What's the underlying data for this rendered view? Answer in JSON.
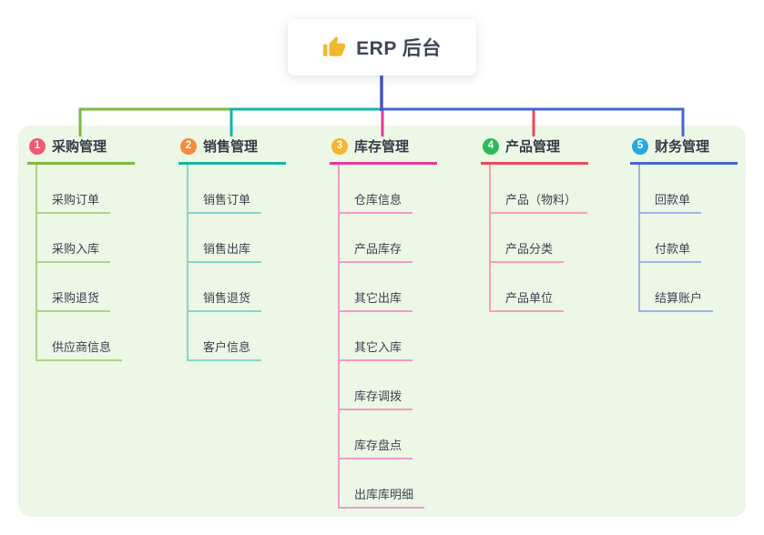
{
  "root": {
    "title": "ERP 后台",
    "icon": "thumbs-up-icon",
    "icon_color": "#f0b82a",
    "connector_color": "#4a53c9"
  },
  "canvas": {
    "panel_bg": "#ecf7e6",
    "background": "#ffffff"
  },
  "branches": [
    {
      "number": "1",
      "title": "采购管理",
      "badge_color": "#f25872",
      "line_color": "#7eb83e",
      "sub_line_color": "#abd488",
      "children": [
        "采购订单",
        "采购入库",
        "采购退货",
        "供应商信息"
      ]
    },
    {
      "number": "2",
      "title": "销售管理",
      "badge_color": "#f78a3d",
      "line_color": "#12b7a6",
      "sub_line_color": "#84d6cd",
      "children": [
        "销售订单",
        "销售出库",
        "销售退货",
        "客户信息"
      ]
    },
    {
      "number": "3",
      "title": "库存管理",
      "badge_color": "#f6b52e",
      "line_color": "#e43a9d",
      "sub_line_color": "#f19bcb",
      "children": [
        "仓库信息",
        "产品库存",
        "其它出库",
        "其它入库",
        "库存调拨",
        "库存盘点",
        "出库库明细"
      ]
    },
    {
      "number": "4",
      "title": "产品管理",
      "badge_color": "#2abd57",
      "line_color": "#f2485a",
      "sub_line_color": "#f7a1a8",
      "children": [
        "产品（物料）",
        "产品分类",
        "产品单位"
      ]
    },
    {
      "number": "5",
      "title": "财务管理",
      "badge_color": "#2ba7e2",
      "line_color": "#4467d2",
      "sub_line_color": "#9db4e8",
      "children": [
        "回款单",
        "付款单",
        "结算账户"
      ]
    }
  ]
}
